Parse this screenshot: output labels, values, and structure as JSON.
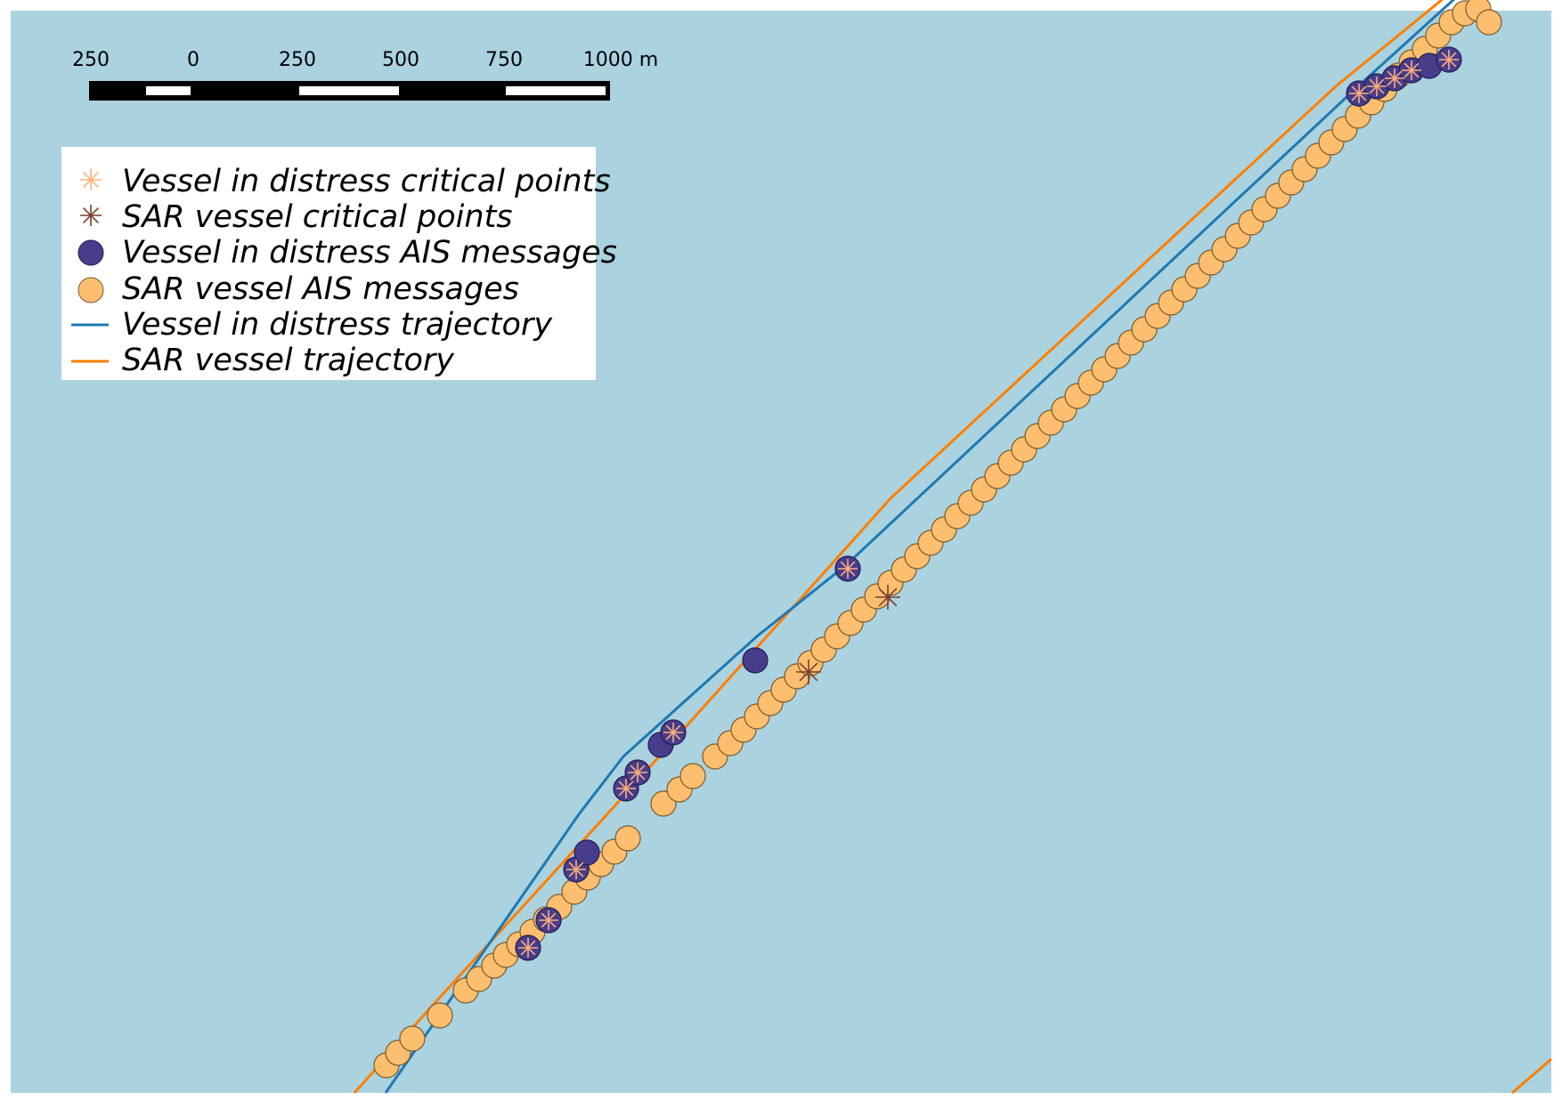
{
  "map": {
    "water_color": "#aad3df",
    "vessel_in_distress": {
      "track_color": "#1f78b4",
      "marker_fill": "#483d8b",
      "marker_stroke": "#231d55",
      "critical_point_color": "#ffb07a"
    },
    "sar_vessel": {
      "track_color": "#ff7f00",
      "marker_fill": "#fdbf6f",
      "marker_stroke": "#7a5a2e",
      "critical_point_color": "#7a3f2f"
    }
  },
  "scale_bar": {
    "labels": [
      "250",
      "0",
      "250",
      "500",
      "750",
      "1000 m"
    ]
  },
  "legend": {
    "items": [
      {
        "label": "Vessel in distress critical points",
        "symbol": "asterisk-light-icon"
      },
      {
        "label": "SAR vessel critical points",
        "symbol": "asterisk-dark-icon"
      },
      {
        "label": "Vessel in distress AIS messages",
        "symbol": "dark-circle-icon"
      },
      {
        "label": "SAR vessel AIS messages",
        "symbol": "light-circle-icon"
      },
      {
        "label": "Vessel in distress trajectory",
        "symbol": "blue-line-icon"
      },
      {
        "label": "SAR vessel trajectory",
        "symbol": "orange-line-icon"
      }
    ]
  }
}
